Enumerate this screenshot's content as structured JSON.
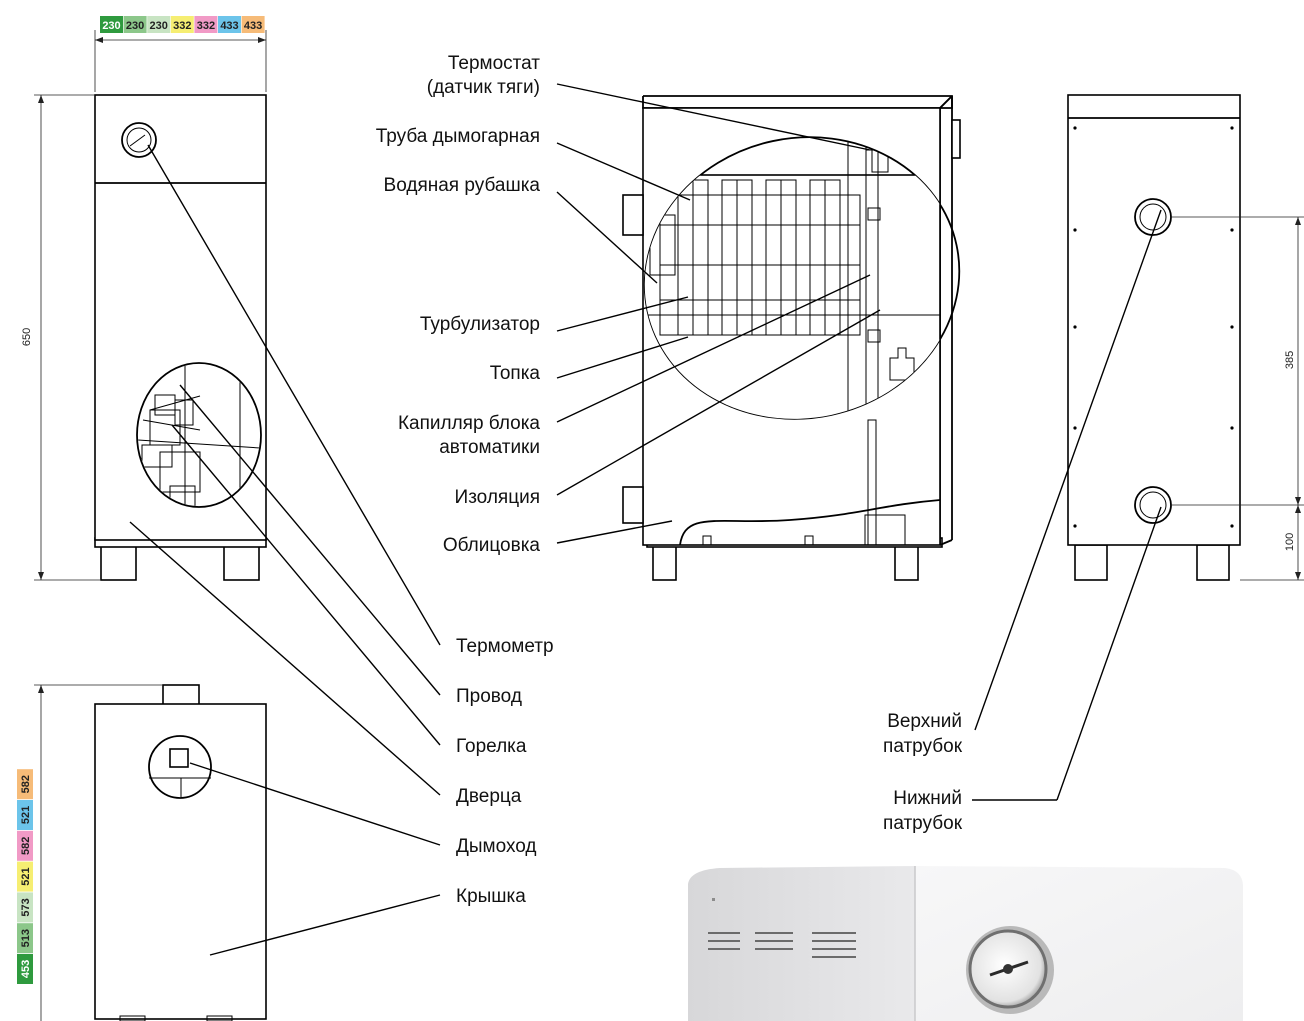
{
  "colors": {
    "green_dark": "#2e9a3e",
    "green_mid": "#8cc78a",
    "green_light": "#c8e4c3",
    "yellow": "#f6ee72",
    "pink": "#f19ac6",
    "blue": "#6cc4ea",
    "orange": "#f6bb78"
  },
  "width_chips": [
    {
      "text": "230",
      "color": "#2e9a3e"
    },
    {
      "text": "230",
      "color": "#8cc78a"
    },
    {
      "text": "230",
      "color": "#c8e4c3"
    },
    {
      "text": "332",
      "color": "#f6ee72"
    },
    {
      "text": "332",
      "color": "#f19ac6"
    },
    {
      "text": "433",
      "color": "#6cc4ea"
    },
    {
      "text": "433",
      "color": "#f6bb78"
    }
  ],
  "depth_chips": [
    {
      "text": "453",
      "color": "#2e9a3e"
    },
    {
      "text": "513",
      "color": "#8cc78a"
    },
    {
      "text": "573",
      "color": "#c8e4c3"
    },
    {
      "text": "521",
      "color": "#f6ee72"
    },
    {
      "text": "582",
      "color": "#f19ac6"
    },
    {
      "text": "521",
      "color": "#6cc4ea"
    },
    {
      "text": "582",
      "color": "#f6bb78"
    }
  ],
  "dimensions": {
    "height": "650",
    "pipe_spacing": "385",
    "pipe_bottom": "100"
  },
  "labels": {
    "thermostat_1": "Термостат",
    "thermostat_2": "(датчик тяги)",
    "smoke_tube": "Труба дымогарная",
    "water_jacket": "Водяная рубашка",
    "turbulator": "Турбулизатор",
    "firebox": "Топка",
    "capillary_1": "Капилляр блока",
    "capillary_2": "автоматики",
    "insulation": "Изоляция",
    "cladding": "Облицовка",
    "thermometer": "Термометр",
    "wire": "Провод",
    "burner": "Горелка",
    "door": "Дверца",
    "chimney": "Дымоход",
    "lid": "Крышка",
    "upper_pipe_1": "Верхний",
    "upper_pipe_2": "патрубок",
    "lower_pipe_1": "Нижний",
    "lower_pipe_2": "патрубок"
  }
}
